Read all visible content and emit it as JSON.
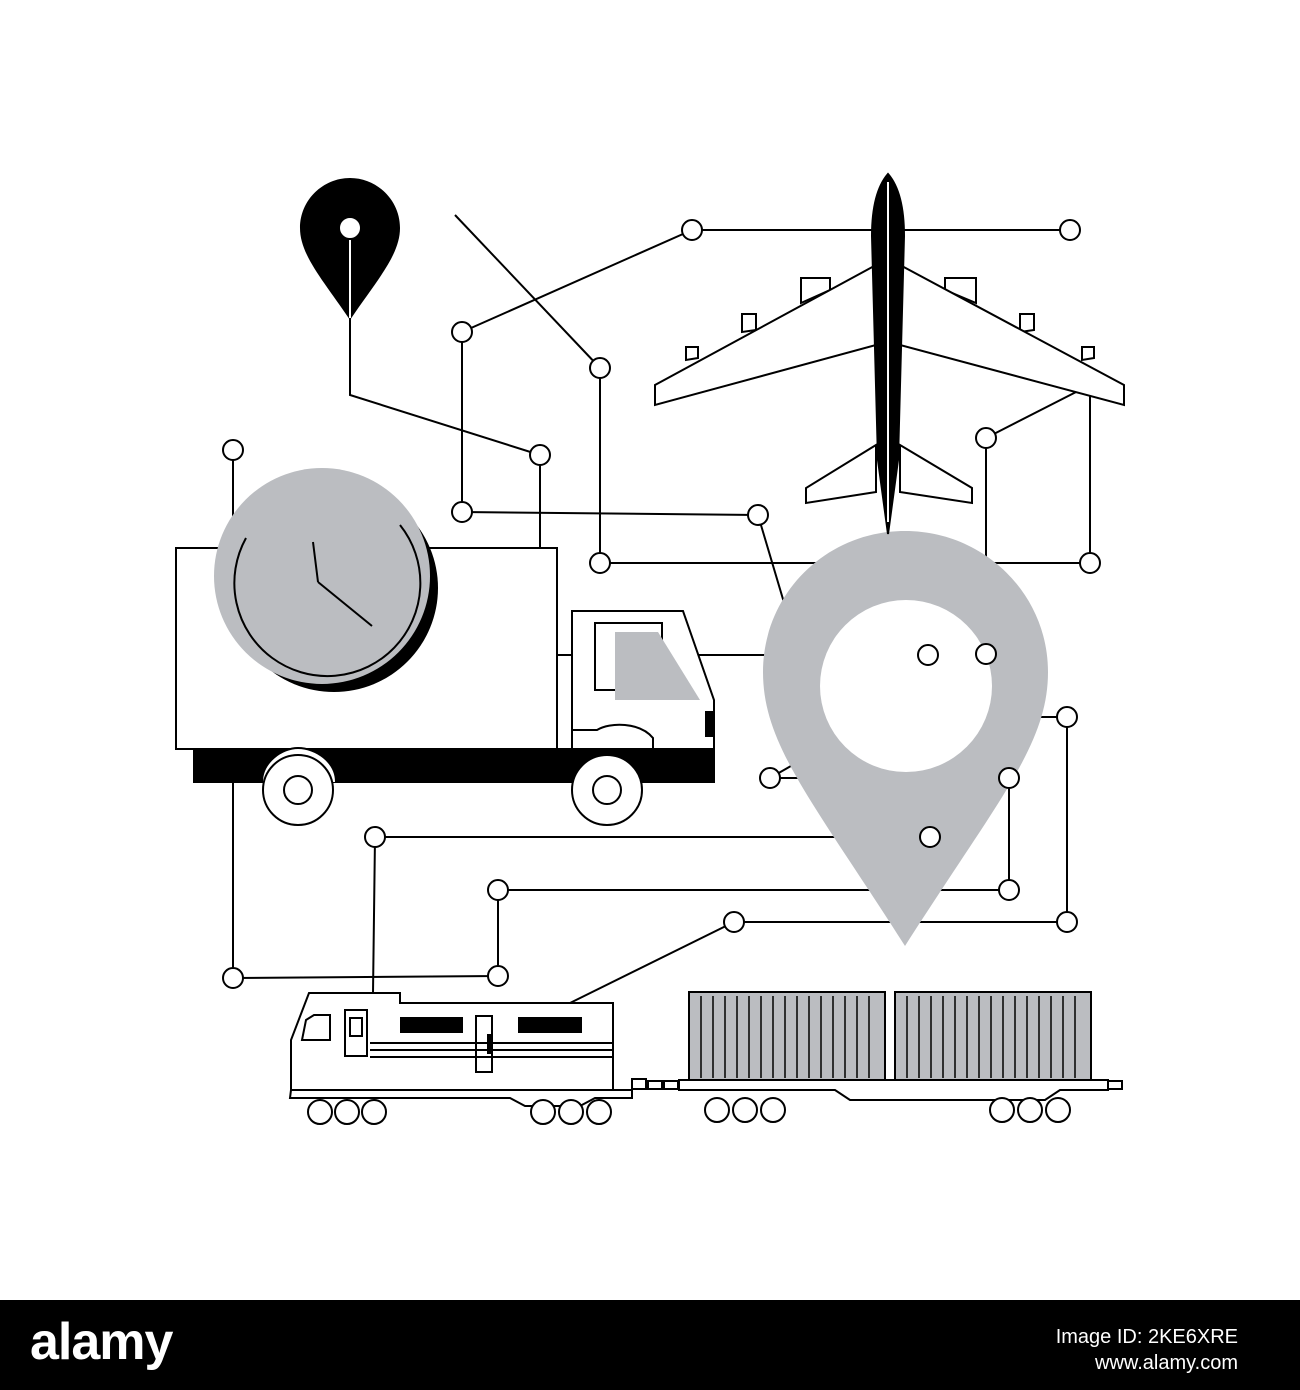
{
  "illustration": {
    "objects": [
      "location-pin-small",
      "airplane",
      "delivery-truck",
      "clock",
      "location-pin-large",
      "train-locomotive",
      "container-wagon",
      "network-nodes"
    ],
    "colors": {
      "stroke": "#000000",
      "fill_gray": "#bbbdc1",
      "background": "#ffffff"
    }
  },
  "footer": {
    "logo": "alamy",
    "image_id": "Image ID: 2KE6XRE",
    "website": "www.alamy.com",
    "background_color": "#000000",
    "text_color": "#ffffff"
  }
}
